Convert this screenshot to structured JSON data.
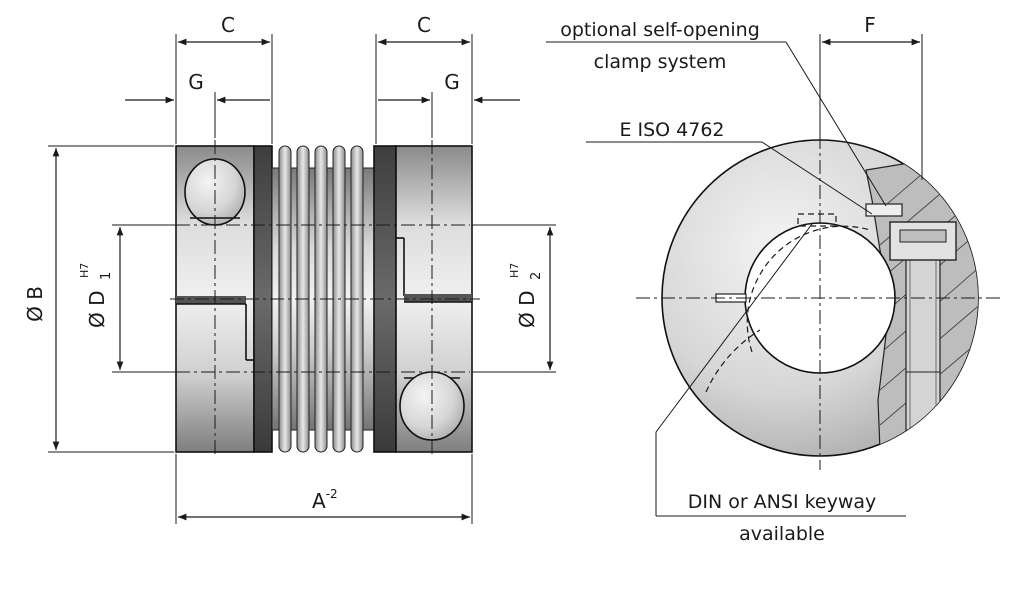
{
  "labels": {
    "c_left": "C",
    "c_right": "C",
    "g_left": "G",
    "g_right": "G",
    "f": "F",
    "a_base": "A",
    "a_sup": "-2",
    "b": "Ø B",
    "d1_base": "Ø D",
    "d1_sub": "1",
    "d1_sup": "H7",
    "d2_base": "Ø D",
    "d2_sub": "2",
    "d2_sup": "H7",
    "clamp_line1": "optional self-opening",
    "clamp_line2": "clamp system",
    "screw": "E ISO 4762",
    "keyway_line1": "DIN or ANSI keyway",
    "keyway_line2": "available"
  },
  "colors": {
    "line": "#1a1a1a",
    "hub_dark": "#7a7a7a",
    "hub_light": "#e6e6e6",
    "flange": "#4a4a4a"
  }
}
